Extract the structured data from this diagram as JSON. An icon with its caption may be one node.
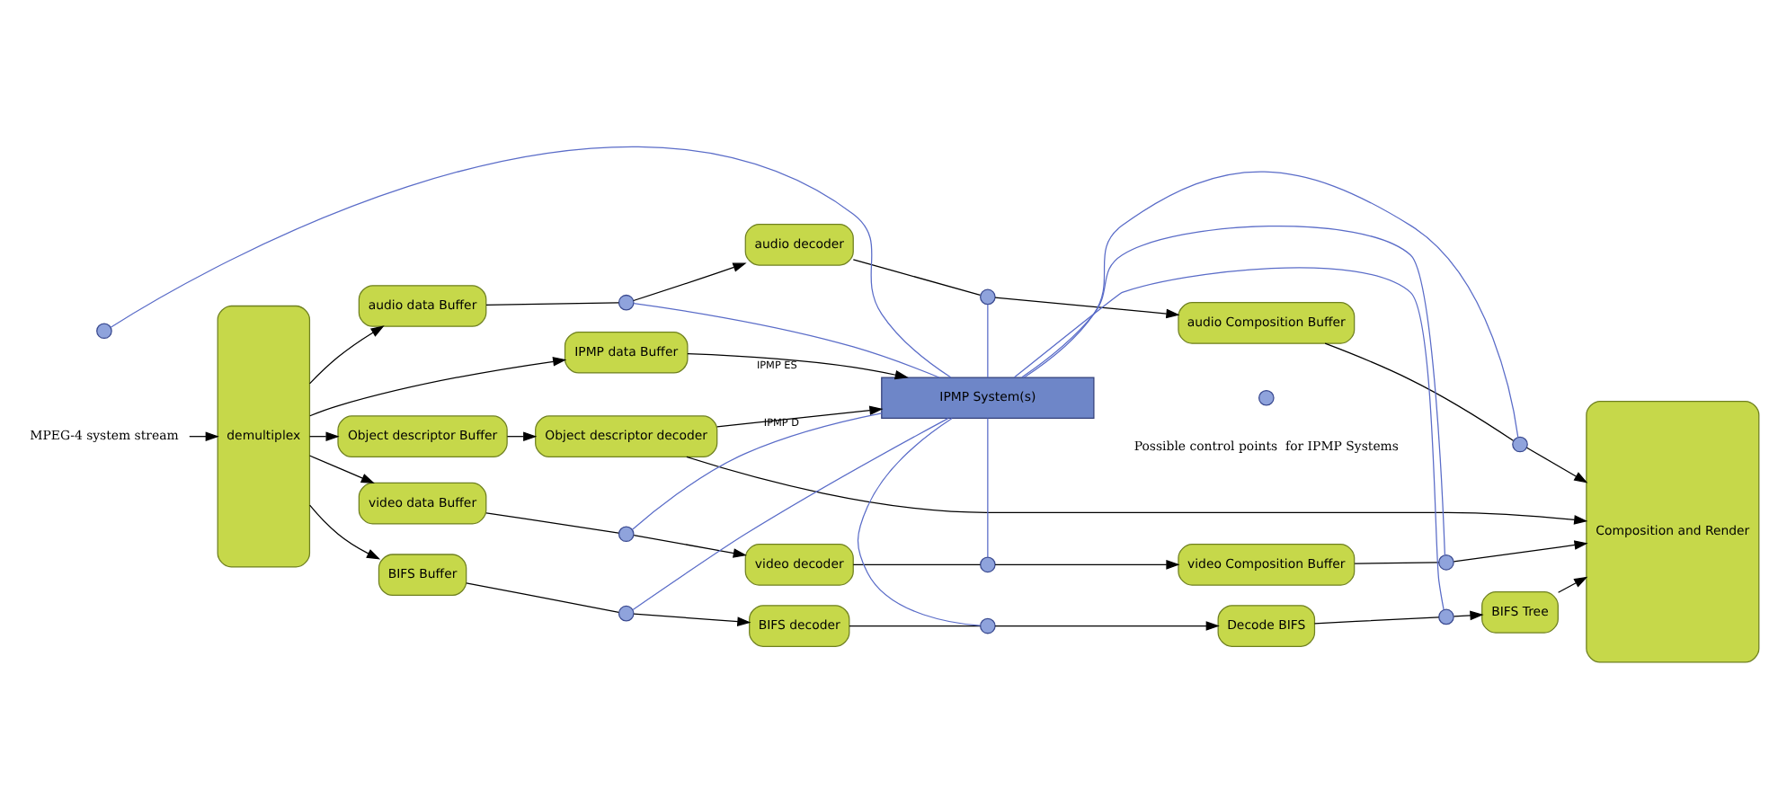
{
  "diagram": {
    "nodes": [
      {
        "text": [
          "demultiplex"
        ]
      },
      {
        "text": [
          "MPEG-4 system stream"
        ]
      },
      {
        "text": [
          "audio data Buffer"
        ]
      },
      {
        "text": [],
        "shape": "circle"
      },
      {
        "text": [
          "audio decoder"
        ]
      },
      {
        "text": [],
        "shape": "circle"
      },
      {
        "text": [
          "audio Composition Buffer"
        ]
      },
      {
        "text": [],
        "shape": "circle"
      },
      {
        "text": [
          "video data Buffer"
        ]
      },
      {
        "text": [],
        "shape": "circle"
      },
      {
        "text": [
          "video decoder"
        ]
      },
      {
        "text": [],
        "shape": "circle"
      },
      {
        "text": [
          "video Composition Buffer"
        ]
      },
      {
        "text": [],
        "shape": "circle"
      },
      {
        "text": [
          "BIFS Buffer"
        ]
      },
      {
        "text": [],
        "shape": "circle"
      },
      {
        "text": [
          "BIFS decoder"
        ]
      },
      {
        "text": [],
        "shape": "circle"
      },
      {
        "text": [
          "Decode BIFS"
        ]
      },
      {
        "text": [],
        "shape": "circle"
      },
      {
        "text": [
          "BIFS Tree"
        ]
      },
      {
        "text": [],
        "shape": "circle"
      },
      {
        "text": [
          "Object descriptor Buffer"
        ]
      },
      {
        "text": [
          "Object descriptor decoder"
        ]
      },
      {
        "text": [
          "IPMP data Buffer"
        ]
      },
      {
        "text": [
          "IPMP System(s)"
        ]
      },
      {
        "text": [
          "Composition and Render"
        ]
      }
    ],
    "edges": [
      {
        "from": 1,
        "to": 0,
        "arrow": "to"
      },
      {
        "from": 0,
        "to": 2,
        "arrow": "to"
      },
      {
        "from": 0,
        "to": 8,
        "arrow": "to"
      },
      {
        "from": 0,
        "to": 14,
        "arrow": "to"
      },
      {
        "from": 0,
        "to": 22,
        "arrow": "to"
      },
      {
        "from": 0,
        "to": 24,
        "arrow": "to"
      },
      {
        "from": 2,
        "to": 3,
        "arrow": "none"
      },
      {
        "from": 3,
        "to": 4,
        "arrow": "to"
      },
      {
        "from": 4,
        "to": 5,
        "arrow": "none"
      },
      {
        "from": 5,
        "to": 6,
        "arrow": "to"
      },
      {
        "from": 6,
        "to": 7,
        "arrow": "none"
      },
      {
        "from": 7,
        "to": 26,
        "arrow": "to"
      },
      {
        "from": 8,
        "to": 9,
        "arrow": "none"
      },
      {
        "from": 9,
        "to": 10,
        "arrow": "to"
      },
      {
        "from": 10,
        "to": 11,
        "arrow": "none"
      },
      {
        "from": 11,
        "to": 12,
        "arrow": "to"
      },
      {
        "from": 12,
        "to": 13,
        "arrow": "none"
      },
      {
        "from": 13,
        "to": 26,
        "arrow": "to"
      },
      {
        "from": 14,
        "to": 15,
        "arrow": "none"
      },
      {
        "from": 15,
        "to": 16,
        "arrow": "to"
      },
      {
        "from": 16,
        "to": 17,
        "arrow": "none"
      },
      {
        "from": 17,
        "to": 18,
        "arrow": "to"
      },
      {
        "from": 18,
        "to": 19,
        "arrow": "none"
      },
      {
        "from": 19,
        "to": 20,
        "arrow": "to"
      },
      {
        "from": 20,
        "to": 26,
        "arrow": "to"
      },
      {
        "from": 22,
        "to": 23,
        "arrow": "to"
      },
      {
        "from": 23,
        "to": 26,
        "arrow": "to"
      },
      {
        "from": 23,
        "to": 25,
        "arrow": "to",
        "label": "IPMP D"
      },
      {
        "from": 24,
        "to": 25,
        "arrow": "to",
        "label": "IPMP ES"
      },
      {
        "from": 25,
        "to": 3,
        "arrow": "none",
        "color": "#5a6cc8"
      },
      {
        "from": 25,
        "to": 9,
        "arrow": "none",
        "color": "#5a6cc8"
      },
      {
        "from": 25,
        "to": 15,
        "arrow": "none",
        "color": "#5a6cc8"
      },
      {
        "from": 25,
        "to": 5,
        "arrow": "none",
        "color": "#5a6cc8"
      },
      {
        "from": 25,
        "to": 11,
        "arrow": "none",
        "color": "#5a6cc8"
      },
      {
        "from": 25,
        "to": 17,
        "arrow": "none",
        "color": "#5a6cc8"
      },
      {
        "from": 25,
        "to": 7,
        "arrow": "none",
        "color": "#5a6cc8"
      },
      {
        "from": 25,
        "to": 13,
        "arrow": "none",
        "color": "#5a6cc8"
      },
      {
        "from": 25,
        "to": 19,
        "arrow": "none",
        "color": "#5a6cc8"
      },
      {
        "from": 25,
        "to": 21,
        "arrow": "none",
        "color": "#5a6cc8"
      }
    ],
    "legend": [
      {
        "text": "Possible control points  for IPMP Systems"
      }
    ]
  }
}
